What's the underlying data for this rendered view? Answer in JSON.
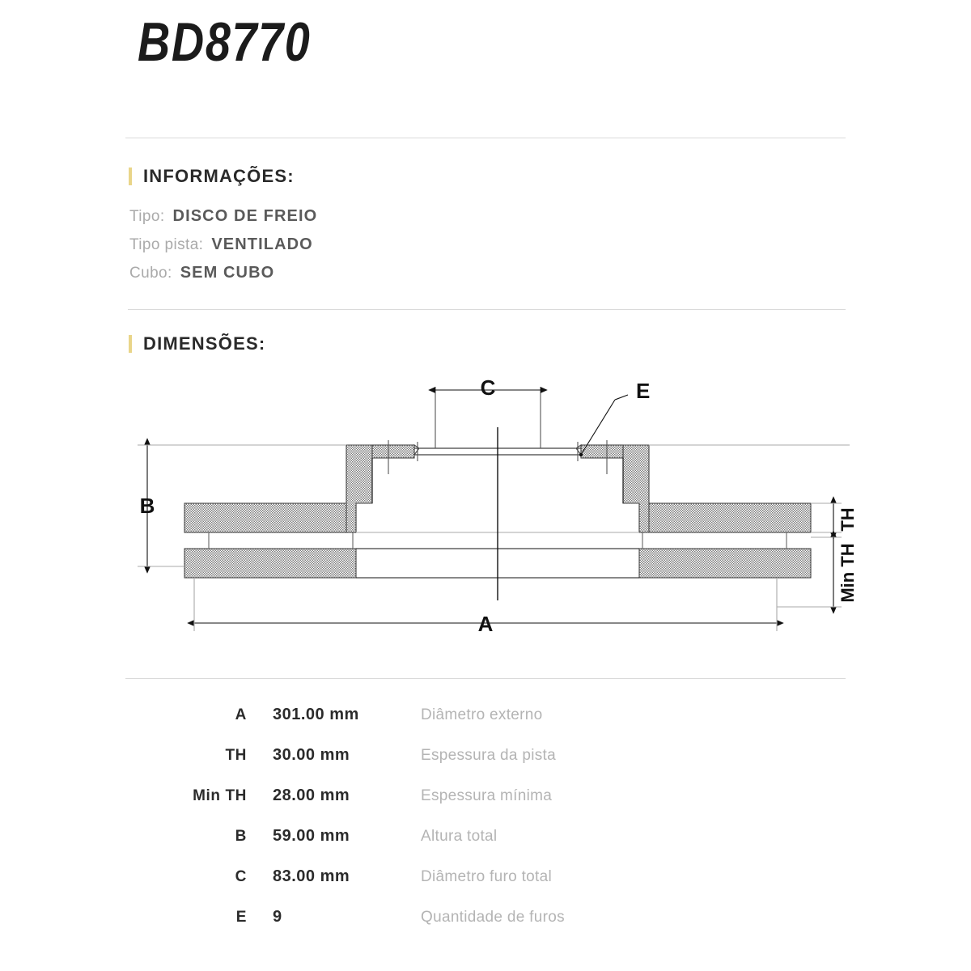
{
  "title": "BD8770",
  "sections": {
    "info": {
      "heading": "INFORMAÇÕES:"
    },
    "dimensions": {
      "heading": "DIMENSÕES:"
    }
  },
  "info": {
    "rows": [
      {
        "label": "Tipo:",
        "value": "DISCO DE FREIO"
      },
      {
        "label": "Tipo pista:",
        "value": "VENTILADO"
      },
      {
        "label": "Cubo:",
        "value": "SEM CUBO"
      }
    ]
  },
  "dimensions": {
    "rows": [
      {
        "key": "A",
        "value": "301.00 mm",
        "desc": "Diâmetro externo"
      },
      {
        "key": "TH",
        "value": "30.00 mm",
        "desc": "Espessura da pista"
      },
      {
        "key": "Min TH",
        "value": "28.00 mm",
        "desc": "Espessura mínima"
      },
      {
        "key": "B",
        "value": "59.00 mm",
        "desc": "Altura total"
      },
      {
        "key": "C",
        "value": "83.00 mm",
        "desc": "Diâmetro furo total"
      },
      {
        "key": "E",
        "value": "9",
        "desc": "Quantidade de furos"
      }
    ]
  },
  "drawing": {
    "callouts": {
      "a": "A",
      "b": "B",
      "c": "C",
      "e": "E",
      "th": "TH",
      "min_th": "Min TH"
    }
  },
  "colors": {
    "accent": "#e9d589",
    "title_text": "#1b1b1b",
    "label_gray": "#aaaaaa",
    "value_gray": "#5a5a5a",
    "desc_gray": "#b4b4b4",
    "divider": "#dadada",
    "hatch": "#8c8c8c"
  }
}
